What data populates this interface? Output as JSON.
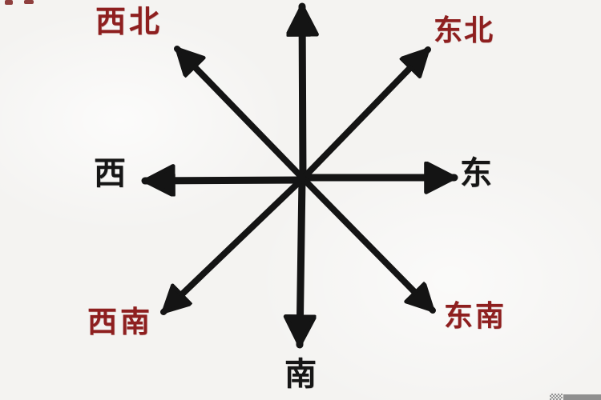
{
  "diagram": {
    "type": "compass-rose",
    "description": "Eight-direction compass diagram with Chinese direction labels; arrows radiate from a central point; the north text label is cut off by the top edge of the image",
    "background_color": "#f4f3f1",
    "arrow_color": "#141414",
    "cardinal_label_color": "#161616",
    "intercardinal_label_color": "#8e1f1f",
    "labels": {
      "northwest": "西北",
      "northeast": "东北",
      "west": "西",
      "east": "东",
      "southwest": "西南",
      "southeast": "东南",
      "south": "南"
    },
    "arrows": [
      "north",
      "northeast",
      "east",
      "southeast",
      "south",
      "southwest",
      "west",
      "northwest"
    ],
    "artifacts": {
      "top_left_specks_color": "#7c1f1f",
      "corner_watermark_bar_color": "#8f8f8f"
    }
  }
}
